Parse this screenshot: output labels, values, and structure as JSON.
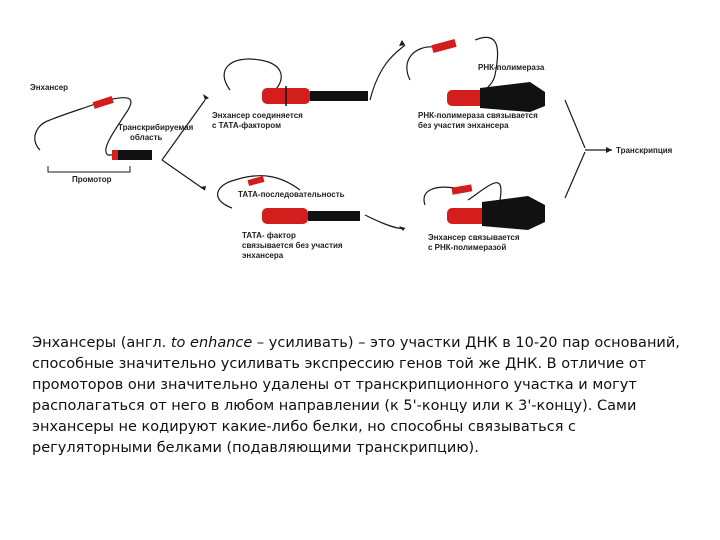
{
  "diagram": {
    "labels": {
      "enhancer": "Энхансер",
      "transcribed_line1": "Транскрибируемая",
      "transcribed_line2": "область",
      "promoter": "Промотор",
      "top_mid_line1": "Энхансер соединяется",
      "top_mid_line2": "с ТАТА-фактором",
      "rna_pol": "РНК-полимераза",
      "top_right_line1": "РНК-полимераза связывается",
      "top_right_line2": "без участия энхансера",
      "transcription": "Транскрипция",
      "tata_seq": "ТАТА-последовательность",
      "bottom_mid_line1": "ТАТА- фактор",
      "bottom_mid_line2": "связывается без участия",
      "bottom_mid_line3": "энхансера",
      "bottom_right_line1": "Энхансер связывается",
      "bottom_right_line2": "с РНК-полимеразой"
    },
    "colors": {
      "red": "#d41e1e",
      "black": "#111111",
      "line": "#1a1a1a"
    }
  },
  "caption": {
    "term": "Энхансеры",
    "part1": " (англ. ",
    "english": "to enhance",
    "part2": " – усиливать) – это участки ДНК в 10-20 пар оснований, способные значительно усиливать экспрессию генов той же ДНК. В отличие от промоторов они значительно удалены от транскрипционного участка и могут располагаться от него в любом направлении (к 5'-концу или к 3'-концу). Сами энхансеры не кодируют какие-либо белки, но способны связываться с регуляторными белками (подавляющими транскрипцию)."
  }
}
